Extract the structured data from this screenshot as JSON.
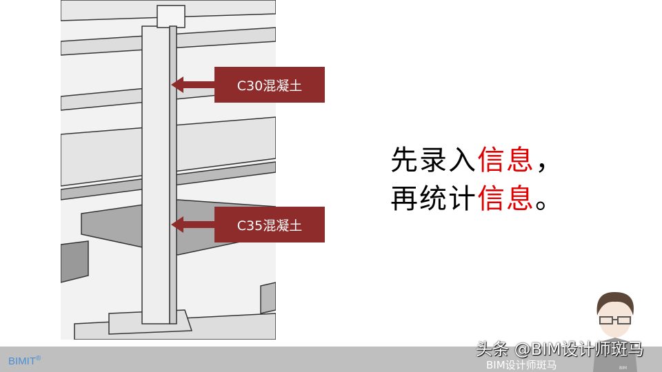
{
  "labels": {
    "upper": "C30混凝土",
    "lower": "C35混凝土"
  },
  "slogan": {
    "l1a": "先录入",
    "l1b": "信息",
    "l1c": "，",
    "l2a": "再统计",
    "l2b": "信息",
    "l2c": "。"
  },
  "footer": {
    "brand": "BIMIT",
    "reg": "®",
    "watermark": "头条 @BIM设计师斑马",
    "sub_watermark": "BIM设计师斑马",
    "avatar_badge": "BIM"
  },
  "colors": {
    "label_bg": "#8e2b2b",
    "highlight": "#e00000",
    "footer": "#bfbfbf",
    "brand": "#4a8fd6"
  }
}
